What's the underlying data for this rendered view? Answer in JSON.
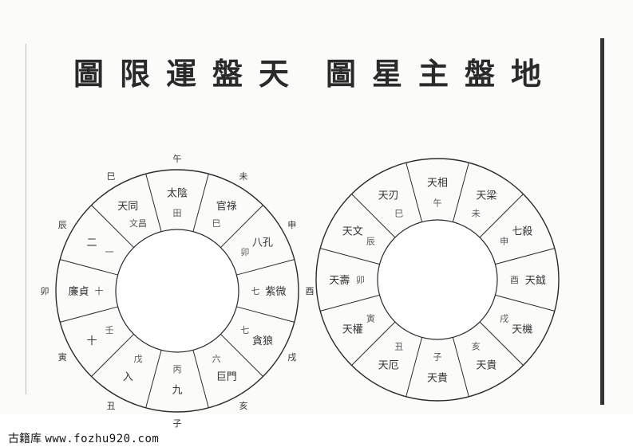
{
  "titles": {
    "left": "圖限運盤天",
    "right": "圖星主盤地"
  },
  "left_disc": {
    "outer_labels": [
      "午",
      "未",
      "申",
      "酉",
      "戌",
      "亥",
      "子",
      "丑",
      "寅",
      "卯",
      "辰",
      "巳"
    ],
    "cells": [
      {
        "star": "太陰",
        "note": "田"
      },
      {
        "star": "官祿",
        "note": "巳"
      },
      {
        "star": "八孔",
        "note": "卯"
      },
      {
        "star": "紫微",
        "note": "七"
      },
      {
        "star": "貪狼",
        "note": "七"
      },
      {
        "star": "巨門",
        "note": "六"
      },
      {
        "star": "九",
        "note": "丙"
      },
      {
        "star": "入",
        "note": "戊"
      },
      {
        "star": "十",
        "note": "壬"
      },
      {
        "star": "廉貞",
        "note": "十"
      },
      {
        "star": "二",
        "note": "一"
      },
      {
        "star": "天同",
        "note": "文昌"
      }
    ]
  },
  "right_disc": {
    "cells": [
      {
        "star": "天相",
        "note": "午"
      },
      {
        "star": "天梁",
        "note": "未"
      },
      {
        "star": "七殺",
        "note": "申"
      },
      {
        "star": "天鉞",
        "note": "酉"
      },
      {
        "star": "天機",
        "note": "戌"
      },
      {
        "star": "天貴",
        "note": "亥"
      },
      {
        "star": "天貴",
        "note": "子"
      },
      {
        "star": "天厄",
        "note": "丑"
      },
      {
        "star": "天權",
        "note": "寅"
      },
      {
        "star": "天壽",
        "note": "卯"
      },
      {
        "star": "天文",
        "note": "辰"
      },
      {
        "star": "天刃",
        "note": "巳"
      }
    ]
  },
  "footer": {
    "brand": "古籍库",
    "site": "www.fozhu920.com"
  },
  "colors": {
    "ink": "#2a2a2a",
    "paper": "#fbfbfa"
  }
}
